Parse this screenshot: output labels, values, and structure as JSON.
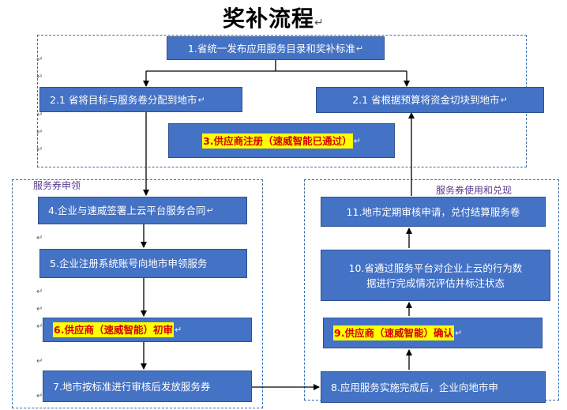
{
  "title": "奖补流程",
  "paragraph_mark": "↵",
  "groups": {
    "top": {
      "label": ""
    },
    "apply": {
      "label": "服务券申领"
    },
    "use": {
      "label": "服务券使用和兑现"
    }
  },
  "nodes": {
    "n1": {
      "text": "1.省统一发布应用服务目录和奖补标准"
    },
    "n2a": {
      "text": "2.1 省将目标与服务卷分配到地市"
    },
    "n2b": {
      "text": "2.1 省根据预算将资金切块到地市"
    },
    "n3": {
      "text": "3.供应商注册（速威智能已通过）",
      "highlight": true
    },
    "n4": {
      "text": "4.企业与速威签署上云平台服务合同"
    },
    "n5": {
      "text": "5.企业注册系统账号向地市申领服务"
    },
    "n6": {
      "text": "6.供应商（速威智能）初审",
      "highlight": true
    },
    "n7": {
      "text": "7.地市按标准进行审核后发放服务券"
    },
    "n8": {
      "text": "8.应用服务实施完成后，企业向地市申"
    },
    "n9": {
      "text": "9.供应商（速威智能）确认",
      "highlight": true
    },
    "n10": {
      "line1": "10.省通过服务平台对企业上云的行为数",
      "line2": "据进行完成情况评估并标注状态"
    },
    "n11": {
      "text": "11.地市定期审核申请，兑付结算服务卷"
    }
  },
  "colors": {
    "box_fill": "#4472c4",
    "box_border": "#2f528f",
    "highlight_bg": "#ffff00",
    "highlight_text": "#d50000",
    "group_border": "#3a6ea8",
    "group_label": "#5a3a8c",
    "arrow": "#000000"
  }
}
